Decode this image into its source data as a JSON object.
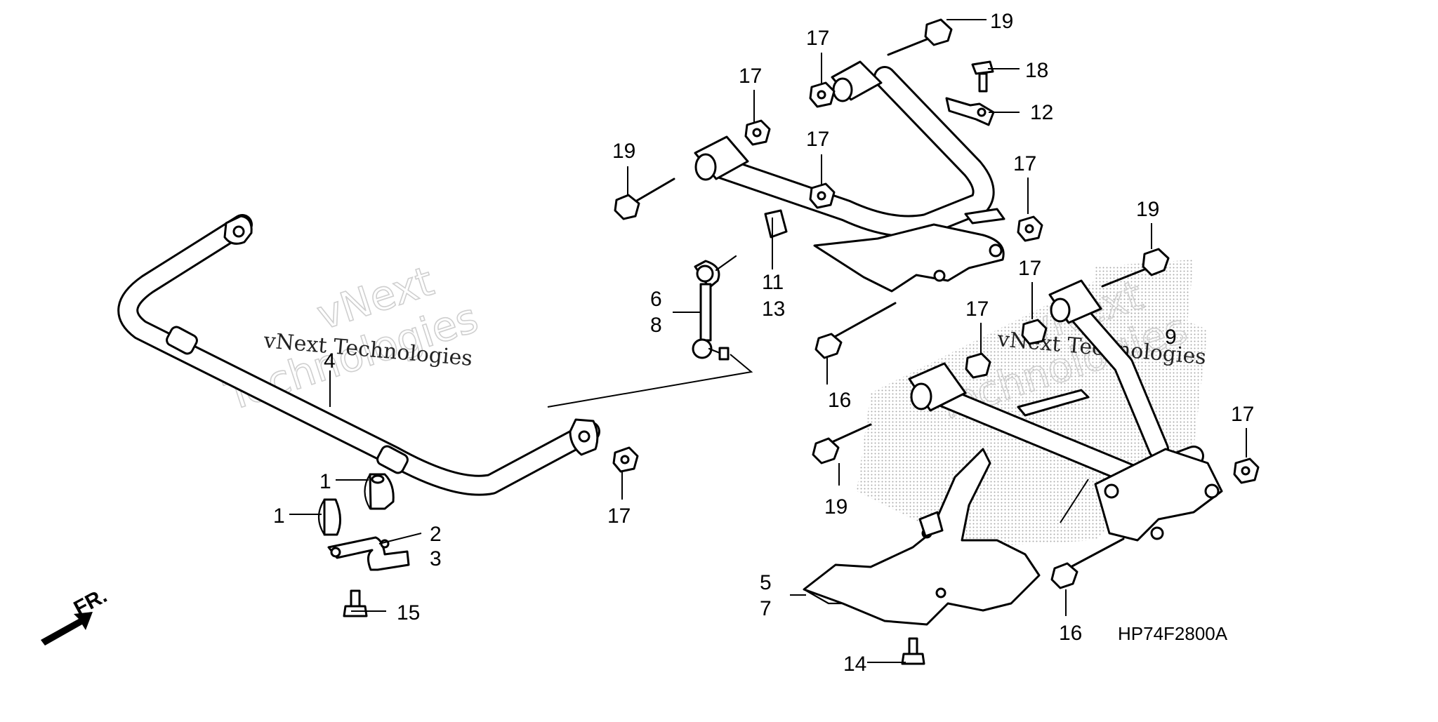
{
  "diagram": {
    "part_code": "HP74F2800A",
    "front_indicator": "FR.",
    "watermark": {
      "brand_line1": "vNext",
      "brand_line2": "Technologies",
      "overlay": "vNext Technologies"
    },
    "callouts": {
      "c1a": "1",
      "c1b": "1",
      "c2": "2",
      "c3": "3",
      "c4": "4",
      "c5": "5",
      "c6": "6",
      "c7": "7",
      "c8": "8",
      "c9": "9",
      "c11": "11",
      "c12": "12",
      "c13": "13",
      "c14": "14",
      "c15": "15",
      "c16a": "16",
      "c16b": "16",
      "c17a": "17",
      "c17b": "17",
      "c17c": "17",
      "c17d": "17",
      "c17e": "17",
      "c17f": "17",
      "c17g": "17",
      "c17h": "17",
      "c18": "18",
      "c19a": "19",
      "c19b": "19",
      "c19c": "19",
      "c19d": "19"
    },
    "icons": [
      "stabilizer-bar",
      "bushing",
      "holder",
      "upper-arm",
      "lower-arm",
      "guard",
      "link",
      "bolt",
      "nut",
      "front-arrow"
    ]
  }
}
